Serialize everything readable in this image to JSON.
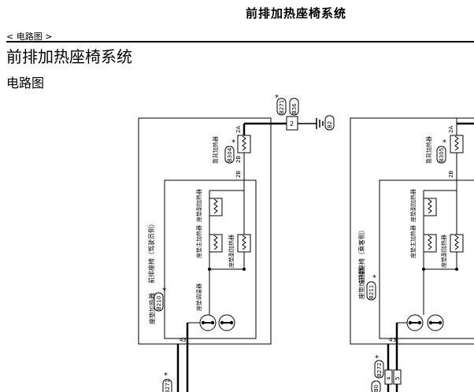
{
  "header": {
    "running_title": "前排加热座椅系统",
    "breadcrumb": "< 电路图 >",
    "page_title": "前排加热座椅系统",
    "section_title": "电路图"
  },
  "diagram": {
    "star": "*",
    "left": {
      "seat_label": "前排座椅（驾驶员侧）",
      "seat_heater_label": "座垫加热器",
      "seat_heater_code": "B210",
      "back_heater_label": "靠背加热器",
      "back_heater_code": "B304",
      "cushion_sub_heater": "座垫副加热器",
      "cushion_sub_heater_2": "座垫副加热器",
      "cushion_main_heater": "座垫主加热器",
      "thermostat": "座垫调温器",
      "connector_top": "B271",
      "connector_ground": "B36",
      "ground_code": "B2",
      "pin_connector": "2",
      "pin_2a": "2A",
      "pin_2b_a": "2B",
      "pin_2b_b": "2B",
      "pin_4": "4",
      "pin_3": "3",
      "bottom_connector": "B271"
    },
    "right": {
      "seat_label": "前排座椅（乘客侧）",
      "seat_heater_label": "座垫加热器",
      "seat_heater_code": "B211",
      "back_heater_label": "靠背加热器",
      "back_heater_code": "B305",
      "cushion_sub_heater": "座垫副加热器",
      "cushion_sub_heater_2": "座垫副加热器",
      "cushion_main_heater": "座垫主加热器",
      "pin_2a": "2A",
      "pin_2b": "2B",
      "pin_4": "4",
      "pin_3": "3",
      "bottom_connector": "B272",
      "bottom_pin_4": "4",
      "bottom_pin_5": "5",
      "edge_code": "B0"
    }
  }
}
